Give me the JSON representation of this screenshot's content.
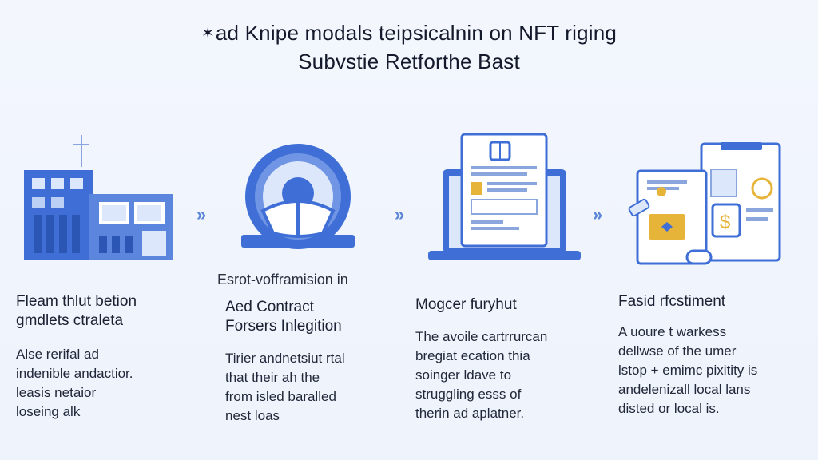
{
  "header": {
    "title_line1_star": "✶",
    "title_line1": "ad Knipe modals  teipsicalnin on NFT riging",
    "title_line2": "Subvstie Retforthe Bast"
  },
  "steps": [
    {
      "icon": "building-icon",
      "caption": "",
      "heading": [
        "Fleam thlut betion",
        "gmdlets ctraleta"
      ],
      "body": [
        "Alse rerifal ad",
        "indenible andactior.",
        "leasis netaior",
        "loseing alk"
      ]
    },
    {
      "icon": "vault-icon",
      "caption": "Esrot-vofframision in",
      "heading": [
        "Aed Contract",
        "Forsers Inlegition"
      ],
      "body": [
        "Tirier andnetsiut rtal",
        "that their ah the",
        "from isled baralled",
        "nest loas"
      ]
    },
    {
      "icon": "laptop-document-icon",
      "caption": "",
      "heading": [
        "Mogcer furyhut"
      ],
      "body": [
        "The avoile  cartrrurcan",
        "bregiat ecation thia",
        "soinger ldave to",
        "struggling esss of",
        "therin ad aplatner."
      ]
    },
    {
      "icon": "documents-finance-icon",
      "caption": "",
      "heading": [
        "Fasid rfcstiment"
      ],
      "body": [
        "A uoure t warkess",
        "dellwse of the umer",
        "lstop + emimc pixitity is",
        "andelenizall local lans",
        "disted or local is."
      ]
    }
  ],
  "arrows": [
    "»",
    "»",
    "»"
  ],
  "colors": {
    "primary": "#3f6fd6",
    "light": "#dce7fb",
    "accent": "#e7b43a"
  }
}
